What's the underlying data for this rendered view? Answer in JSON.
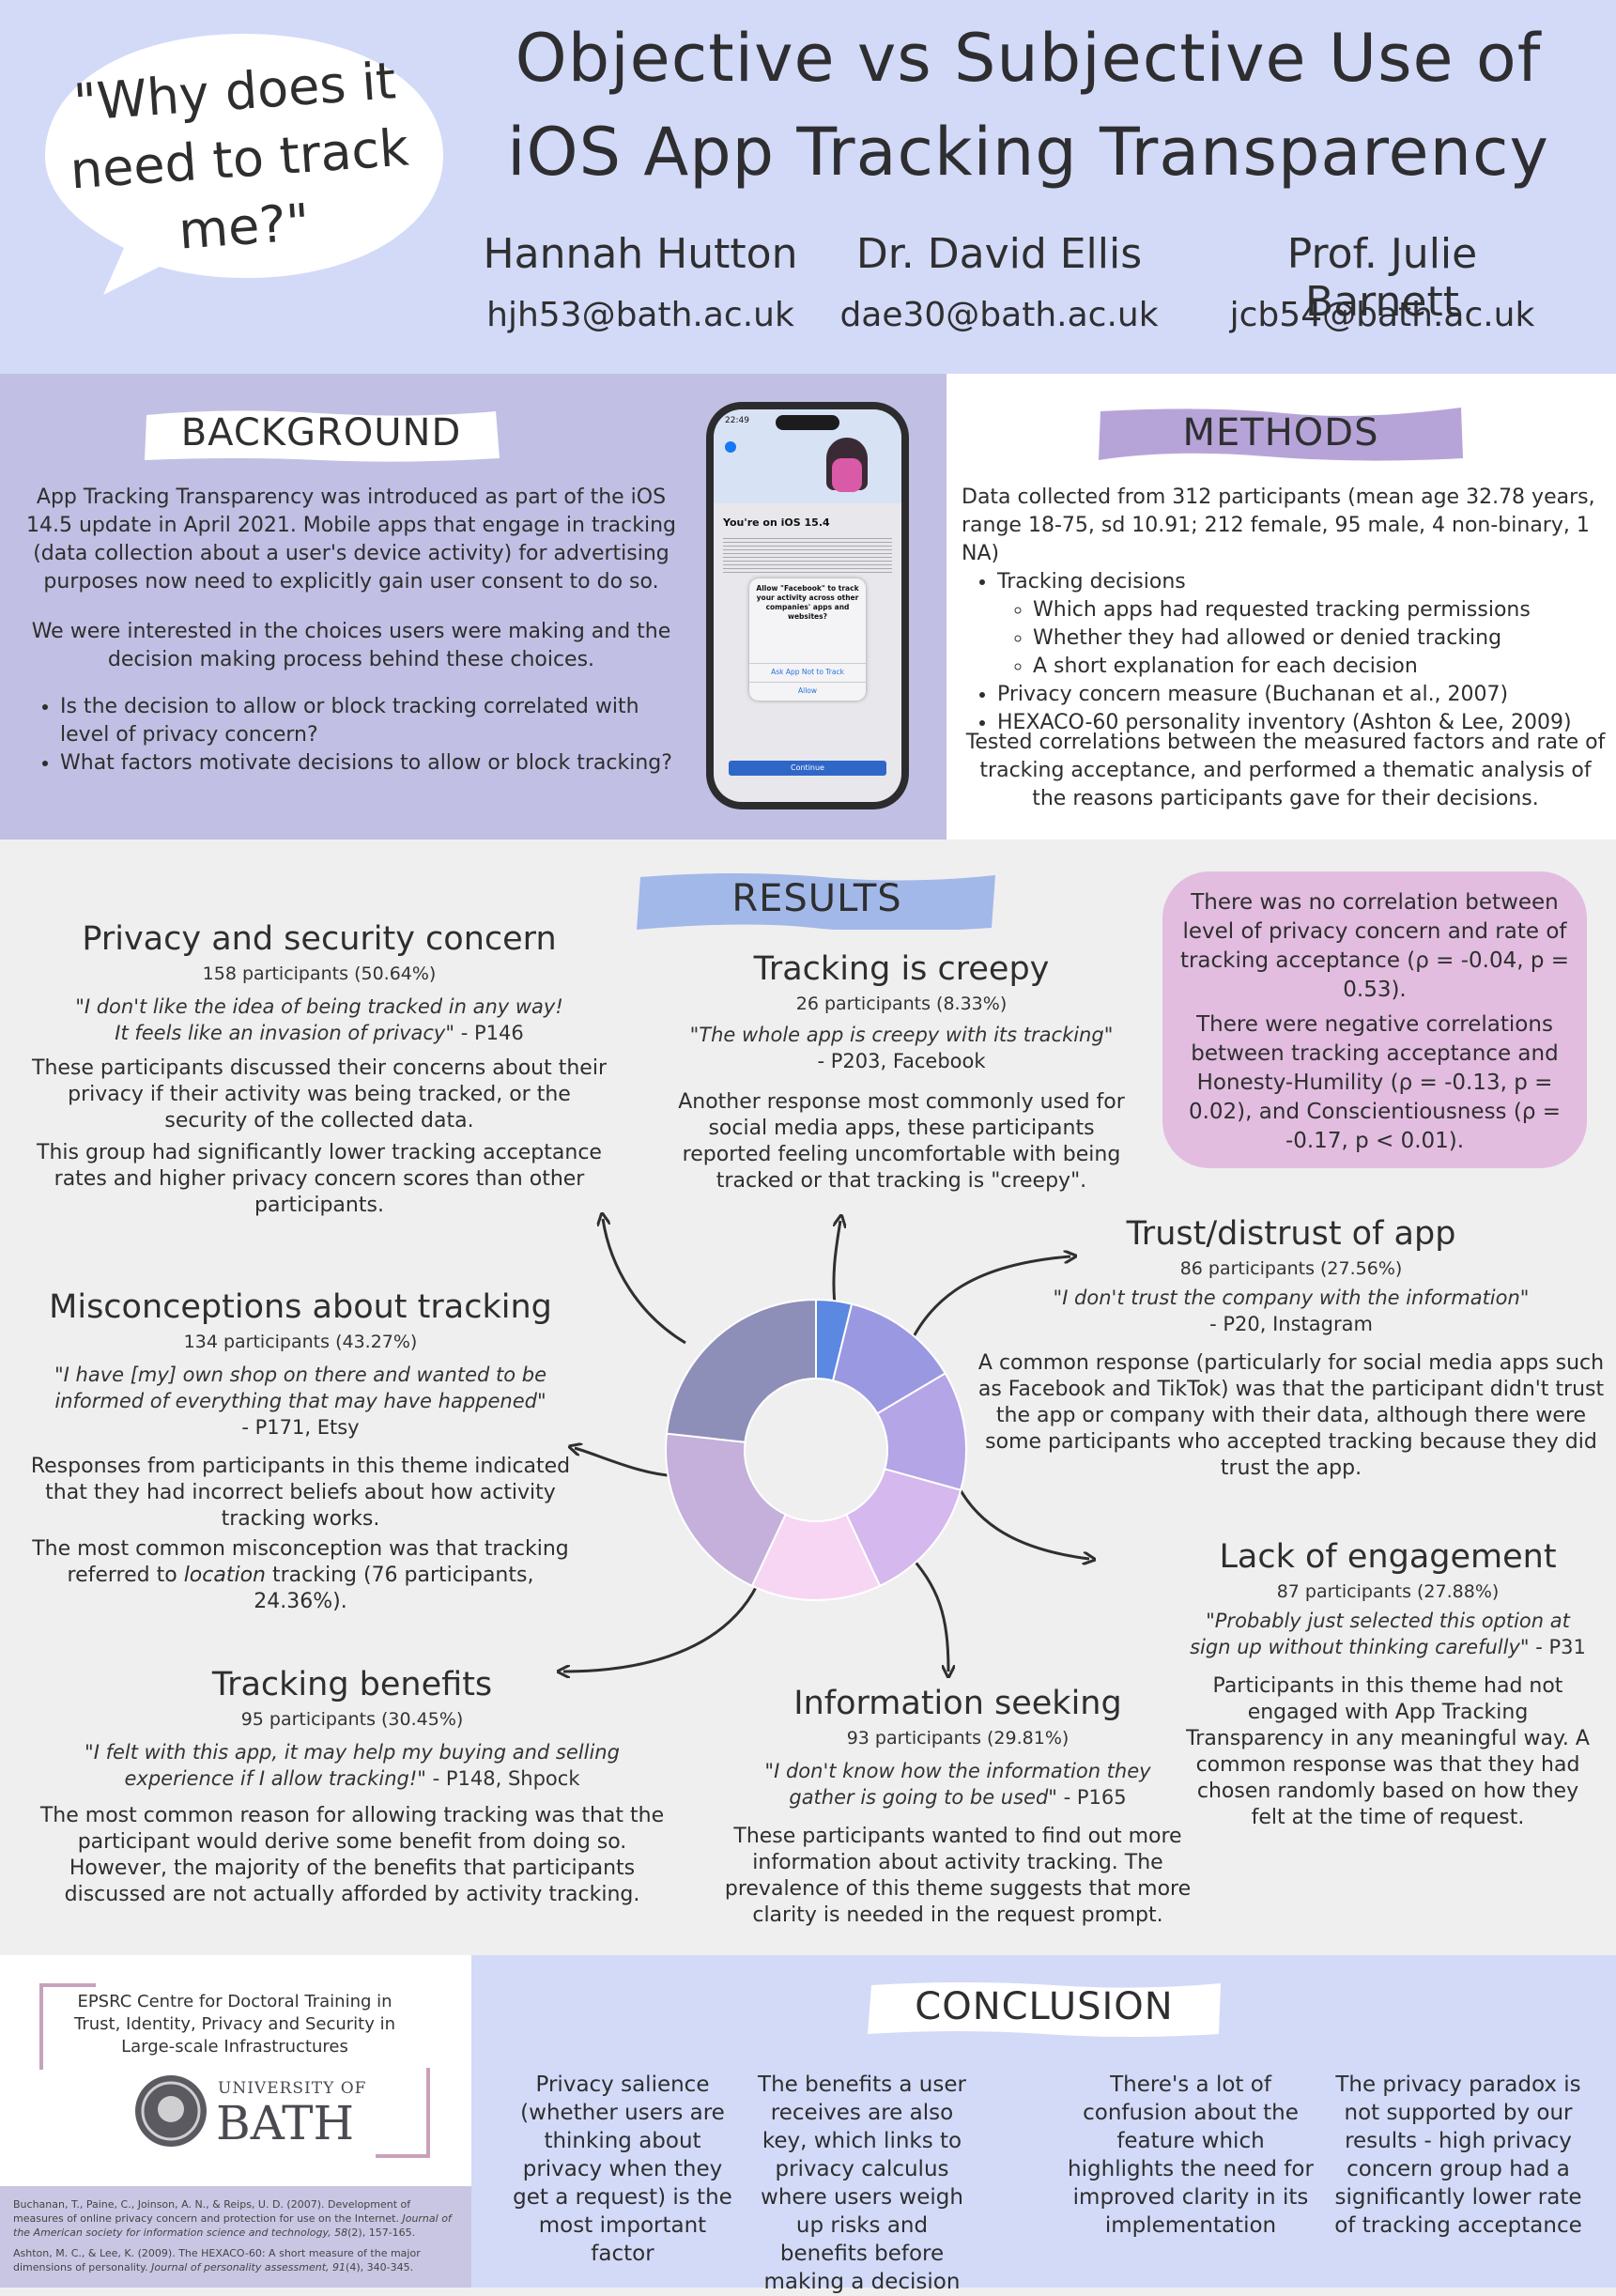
{
  "header": {
    "bubble_quote": "\"Why does it need to track me?\"",
    "title_line1": "Objective vs Subjective Use of",
    "title_line2": "iOS App Tracking Transparency",
    "authors": [
      {
        "name": "Hannah Hutton",
        "email": "hjh53@bath.ac.uk"
      },
      {
        "name": "Dr. David Ellis",
        "email": "dae30@bath.ac.uk"
      },
      {
        "name": "Prof. Julie Barnett",
        "email": "jcb54@bath.ac.uk"
      }
    ]
  },
  "background": {
    "heading": "BACKGROUND",
    "para1": "App Tracking Transparency was introduced as part of the iOS 14.5 update in April 2021. Mobile apps that engage in tracking (data collection about a user's device activity) for advertising purposes now need to explicitly gain user consent to do so.",
    "para2": "We were interested in the choices users were making and the decision making process behind these choices.",
    "bullets": [
      "Is the decision to allow or block tracking correlated with level of privacy concern?",
      "What factors motivate decisions to allow or block tracking?"
    ]
  },
  "phone": {
    "time": "22:49",
    "screen_title": "You're on iOS 15.4",
    "dialog_title": "Allow \"Facebook\" to track your activity across other companies' apps and websites?",
    "dialog_option1": "Ask App Not to Track",
    "dialog_option2": "Allow",
    "continue_label": "Continue"
  },
  "methods": {
    "heading": "METHODS",
    "intro": "Data collected from 312 participants (mean age 32.78 years, range 18-75, sd 10.91; 212 female, 95 male, 4 non-binary, 1 NA)",
    "bullets": [
      {
        "text": "Tracking decisions",
        "sub": [
          "Which apps had requested tracking permissions",
          "Whether they had allowed or denied tracking",
          "A short explanation for each decision"
        ]
      },
      {
        "text": "Privacy concern measure (Buchanan et al., 2007)",
        "sub": []
      },
      {
        "text": "HEXACO-60 personality inventory (Ashton & Lee, 2009)",
        "sub": []
      }
    ],
    "closing": "Tested correlations between the measured factors and rate of tracking acceptance, and performed a thematic analysis of the reasons participants gave for their decisions."
  },
  "results": {
    "heading": "RESULTS",
    "correlation_p1": "There was no correlation between level of privacy concern and rate of tracking acceptance (ρ = -0.04, p = 0.53).",
    "correlation_p2": "There were negative correlations between tracking acceptance and Honesty-Humility (ρ = -0.13, p = 0.02), and Conscientiousness (ρ = -0.17, p < 0.01).",
    "themes": {
      "privacy": {
        "title": "Privacy and security concern",
        "count": "158 participants (50.64%)",
        "quote": "\"I don't like the idea of being tracked in any way! It feels like an invasion of privacy\"",
        "attribution": " - P146",
        "para1": "These participants discussed their concerns about their privacy if their activity was being tracked, or the security of the collected data.",
        "para2": "This group had significantly lower tracking acceptance rates and higher privacy concern scores than other participants."
      },
      "creepy": {
        "title": "Tracking is creepy",
        "count": "26 participants (8.33%)",
        "quote": "\"The whole app is creepy with its tracking\"",
        "attribution": "- P203, Facebook",
        "para1": "Another response most commonly used for social media apps, these participants reported feeling uncomfortable with being tracked or that tracking is \"creepy\"."
      },
      "misconceptions": {
        "title": "Misconceptions about tracking",
        "count": "134 participants (43.27%)",
        "quote": "\"I have [my] own shop on there and wanted to be informed of everything that may have happened\"",
        "attribution": "- P171, Etsy",
        "para1": "Responses from participants in this theme indicated that they had incorrect beliefs about how activity tracking works.",
        "para2_pre": "The most common misconception was that tracking referred to ",
        "para2_em": "location",
        "para2_post": " tracking (76 participants, 24.36%)."
      },
      "trust": {
        "title": "Trust/distrust of app",
        "count": "86 participants (27.56%)",
        "quote": "\"I don't trust the company with the information\"",
        "attribution": "- P20, Instagram",
        "para1": "A common response (particularly for social media apps such as Facebook and TikTok) was that the participant didn't trust the app or company with their data, although there were some participants who accepted tracking because they did trust the app."
      },
      "engagement": {
        "title": "Lack of engagement",
        "count": "87 participants (27.88%)",
        "quote": "\"Probably just selected this option at sign up without thinking carefully\"",
        "attribution": " - P31",
        "para1": "Participants in this theme had not engaged with App Tracking Transparency in any meaningful way. A common response was that they had chosen randomly based on how they felt at the time of request."
      },
      "benefits": {
        "title": "Tracking benefits",
        "count": "95 participants (30.45%)",
        "quote": "\"I felt with this app, it may help my buying and selling experience if I allow tracking!\"",
        "attribution": " - P148, Shpock",
        "para1": "The most common reason for allowing tracking was that the participant would derive some benefit from doing so. However, the majority of the benefits that participants discussed are not actually afforded by activity tracking."
      },
      "info": {
        "title": "Information seeking",
        "count": "93 participants (29.81%)",
        "quote": "\"I don't know how the information they gather is going to be used\"",
        "attribution": " - P165",
        "para1": "These participants wanted to find out more information about activity tracking.  The prevalence of this theme suggests that more clarity is needed in the request prompt."
      }
    },
    "donut": {
      "segments": [
        {
          "label": "creepy",
          "value": 26,
          "color": "#5b88e0"
        },
        {
          "label": "trust",
          "value": 86,
          "color": "#9b98e2"
        },
        {
          "label": "engagement",
          "value": 87,
          "color": "#b4a5e6"
        },
        {
          "label": "info",
          "value": 93,
          "color": "#d5b8ee"
        },
        {
          "label": "benefits",
          "value": 95,
          "color": "#f7d6f4"
        },
        {
          "label": "misconceptions",
          "value": 134,
          "color": "#c4b0da"
        },
        {
          "label": "privacy",
          "value": 158,
          "color": "#8e8fb8"
        }
      ]
    }
  },
  "footer": {
    "cdt_text": "EPSRC Centre for Doctoral Training in Trust, Identity, Privacy and Security in Large-scale Infrastructures",
    "uni_line1": "UNIVERSITY OF",
    "uni_line2": "BATH",
    "ref1_pre": "Buchanan, T., Paine, C., Joinson, A. N., & Reips, U. D. (2007). Development of measures of online privacy concern and protection for use on the Internet. ",
    "ref1_em": "Journal of the American society for information science and technology, 58",
    "ref1_post": "(2), 157-165.",
    "ref2_pre": "Ashton, M. C., & Lee, K. (2009). The HEXACO-60: A short measure of the major dimensions of personality. ",
    "ref2_em": "Journal of personality assessment, 91",
    "ref2_post": "(4), 340-345."
  },
  "conclusion": {
    "heading": "CONCLUSION",
    "points": [
      "Privacy salience (whether users are thinking about privacy when they get a request) is the most important factor",
      "The benefits a user receives are also key, which links to privacy calculus where users weigh up risks and benefits before making a decision",
      "There's a lot of confusion about the feature which highlights the need for improved clarity in its implementation",
      "The privacy paradox is not supported by our results - high privacy concern group had a significantly lower rate of tracking acceptance"
    ]
  }
}
